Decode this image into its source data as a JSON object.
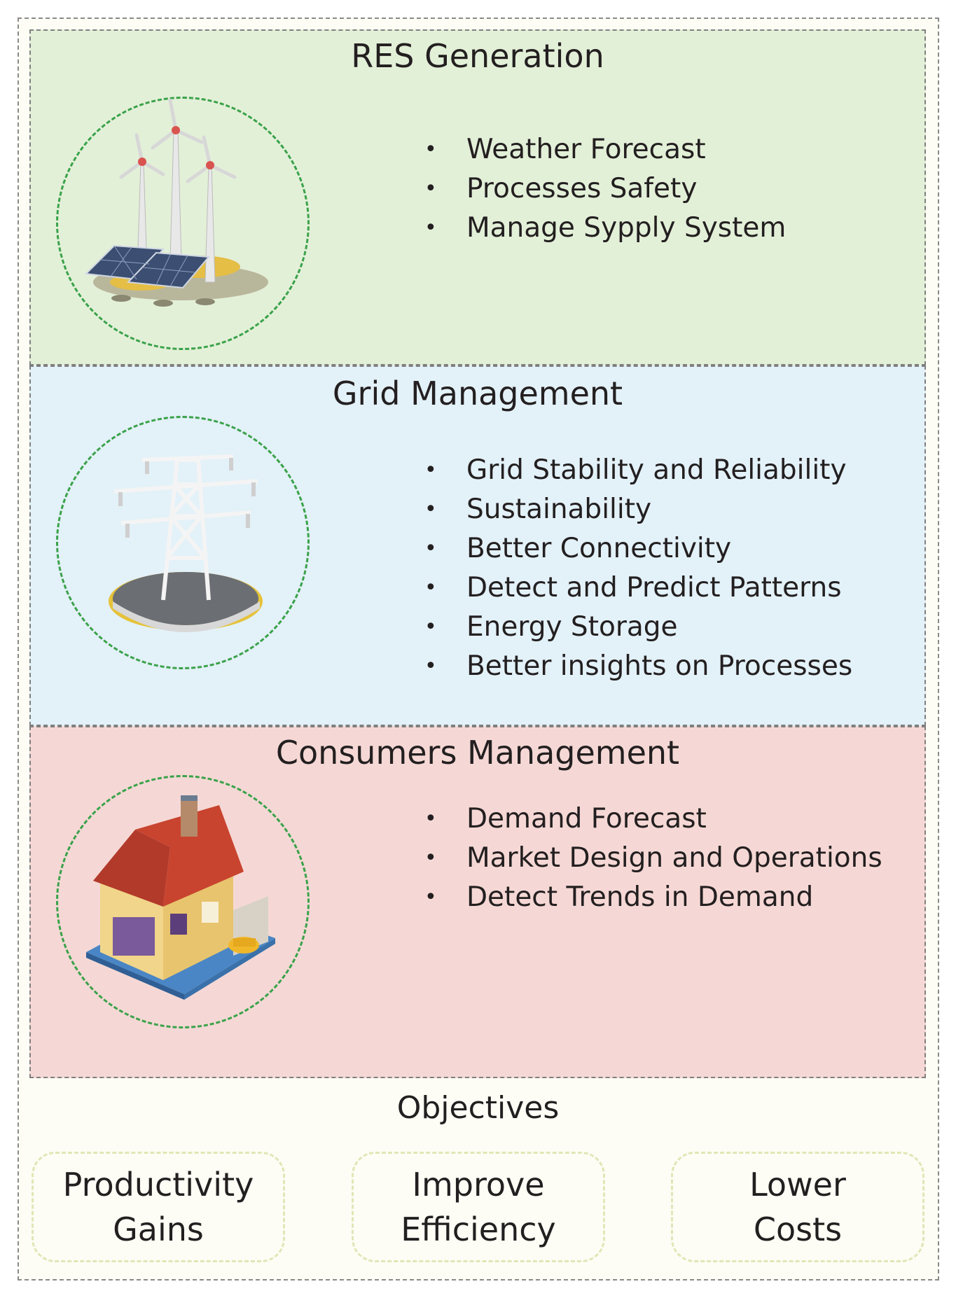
{
  "sections": [
    {
      "title": "RES Generation",
      "icon": "wind-solar-icon",
      "items": [
        "Weather Forecast",
        "Processes Safety",
        "Manage Sypply System"
      ],
      "background": "#e3f0d8"
    },
    {
      "title": "Grid Management",
      "icon": "transmission-tower-icon",
      "items": [
        "Grid Stability and Reliability",
        "Sustainability",
        "Better Connectivity",
        "Detect and Predict Patterns",
        "Energy Storage",
        "Better insights on Processes"
      ],
      "background": "#e3f1f8"
    },
    {
      "title": "Consumers Management",
      "icon": "house-icon",
      "items": [
        "Demand Forecast",
        "Market Design and Operations",
        "Detect Trends in Demand"
      ],
      "background": "#f5d8d5"
    }
  ],
  "objectives": {
    "title": "Objectives",
    "items": [
      {
        "line1": "Productivity",
        "line2": "Gains"
      },
      {
        "line1": "Improve",
        "line2": "Efficiency"
      },
      {
        "line1": "Lower",
        "line2": "Costs"
      }
    ]
  },
  "colors": {
    "circle_border": "#3aa24a",
    "objective_border": "#e2e6b6"
  }
}
